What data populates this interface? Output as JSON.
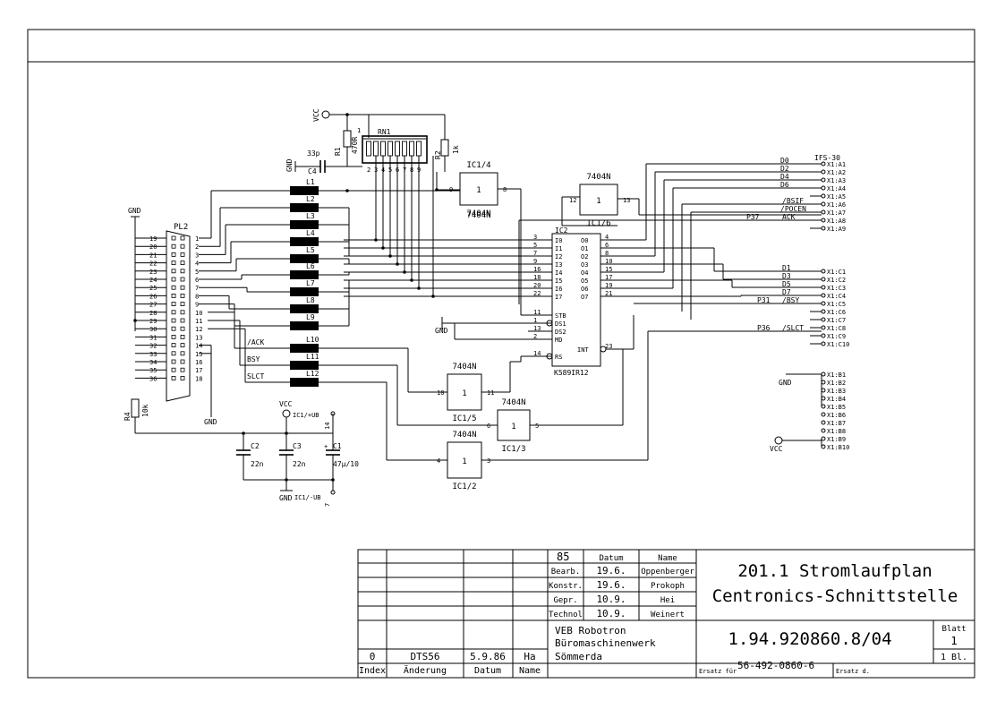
{
  "title_block": {
    "drawing_title_1": "201.1 Stromlaufplan",
    "drawing_title_2": "Centronics-Schnittstelle",
    "drawing_number": "1.94.920860.8/04",
    "sheet_label": "Blatt",
    "sheet_number": "1",
    "sheet_total": "1 Bl.",
    "company_1": "VEB Robotron",
    "company_2": "Büromaschinenwerk",
    "company_3": "Sömmerda",
    "replaces_label": "Ersatz für",
    "replaces_value": "56-492-0860-6",
    "replaced_by_label": "Ersatz d.",
    "year": "85",
    "col_date": "Datum",
    "col_name": "Name",
    "rows": [
      {
        "role": "Bearb.",
        "date": "19.6.",
        "name": "Oppenberger"
      },
      {
        "role": "Konstr.",
        "date": "19.6.",
        "name": "Prokoph"
      },
      {
        "role": "Gepr.",
        "date": "10.9.",
        "name": "Hei"
      },
      {
        "role": "Technol",
        "date": "10.9.",
        "name": "Weinert"
      }
    ],
    "revision": {
      "index": "0",
      "change": "DTS56",
      "date": "5.9.86",
      "name": "Ha"
    },
    "revision_headers": {
      "index": "Index",
      "change": "Änderung",
      "date": "Datum",
      "name": "Name"
    }
  },
  "schematic": {
    "connector_left": "PL2",
    "connector_right": "IFS-30",
    "vcc": "VCC",
    "gnd": "GND",
    "pl2_pins_left": [
      "19",
      "20",
      "21",
      "22",
      "23",
      "24",
      "25",
      "26",
      "27",
      "28",
      "29",
      "30",
      "31",
      "32",
      "33",
      "34",
      "35",
      "36"
    ],
    "pl2_pins_right": [
      "1",
      "2",
      "3",
      "4",
      "5",
      "6",
      "7",
      "8",
      "9",
      "10",
      "11",
      "12",
      "13",
      "14",
      "15",
      "16",
      "17",
      "18"
    ],
    "chokes": [
      "L1",
      "L2",
      "L3",
      "L4",
      "L5",
      "L6",
      "L7",
      "L8",
      "L9",
      "L10",
      "L11",
      "L12"
    ],
    "choke_signals": [
      "/ACK",
      "BSY",
      "SLCT"
    ],
    "rn1": "RN1",
    "r1": "R1",
    "r1_val": "470R",
    "r2": "R2",
    "r2_val": "1k",
    "r4": "R4",
    "r4_val": "10k",
    "c4": "C4",
    "c4_val": "33p",
    "c1": "C1",
    "c1_val": "47µ/10",
    "c2": "C2",
    "c2_val": "22n",
    "c3": "C3",
    "c3_val": "22n",
    "ic1_vcc": "IC1/+UB",
    "ic1_gnd": "IC1/-UB",
    "ic1_vcc_pin": "14",
    "ic1_gnd_pin": "7",
    "gate_type": "7404N",
    "gates": [
      "IC1/4",
      "IC1/6",
      "IC1/5",
      "IC1/3",
      "IC1/2"
    ],
    "gate_pins": {
      "g4": [
        "9",
        "8"
      ],
      "g6": [
        "12",
        "13"
      ],
      "g5": [
        "10",
        "11"
      ],
      "g3": [
        "6",
        "5"
      ],
      "g2": [
        "4",
        "3"
      ]
    },
    "ic2": "IC2",
    "ic2_type": "K589IR12",
    "ic2_left_labels": [
      "I0",
      "I1",
      "I2",
      "I3",
      "I4",
      "I5",
      "I6",
      "I7",
      "STB",
      "DS1",
      "DS2",
      "MD",
      "RS"
    ],
    "ic2_left_pins": [
      "3",
      "5",
      "7",
      "9",
      "16",
      "18",
      "20",
      "22",
      "11",
      "1",
      "13",
      "2",
      "14"
    ],
    "ic2_right_labels": [
      "O0",
      "O1",
      "O2",
      "O3",
      "O4",
      "O5",
      "O6",
      "O7",
      "INT"
    ],
    "ic2_right_pins": [
      "4",
      "6",
      "8",
      "10",
      "15",
      "17",
      "19",
      "21",
      "23"
    ],
    "top_signals": [
      "D0",
      "D2",
      "D4",
      "D6",
      "/BSIF",
      "/POCEN",
      "ACK"
    ],
    "p37": "P37",
    "mid_signals": [
      "D1",
      "D3",
      "D5",
      "D7",
      "/BSY",
      "/SLCT"
    ],
    "p31": "P31",
    "p36": "P36",
    "x1a": [
      "X1:A1",
      "X1:A2",
      "X1:A3",
      "X1:A4",
      "X1:A5",
      "X1:A6",
      "X1:A7",
      "X1:A8",
      "X1:A9"
    ],
    "x1c": [
      "X1:C1",
      "X1:C2",
      "X1:C3",
      "X1:C4",
      "X1:C5",
      "X1:C6",
      "X1:C7",
      "X1:C8",
      "X1:C9",
      "X1:C10"
    ],
    "x1b": [
      "X1:B1",
      "X1:B2",
      "X1:B3",
      "X1:B4",
      "X1:B5",
      "X1:B6",
      "X1:B7",
      "X1:B8",
      "X1:B9",
      "X1:B10"
    ],
    "rn1_pins": [
      "1",
      "2",
      "3",
      "4",
      "5",
      "6",
      "7",
      "8",
      "9"
    ]
  }
}
